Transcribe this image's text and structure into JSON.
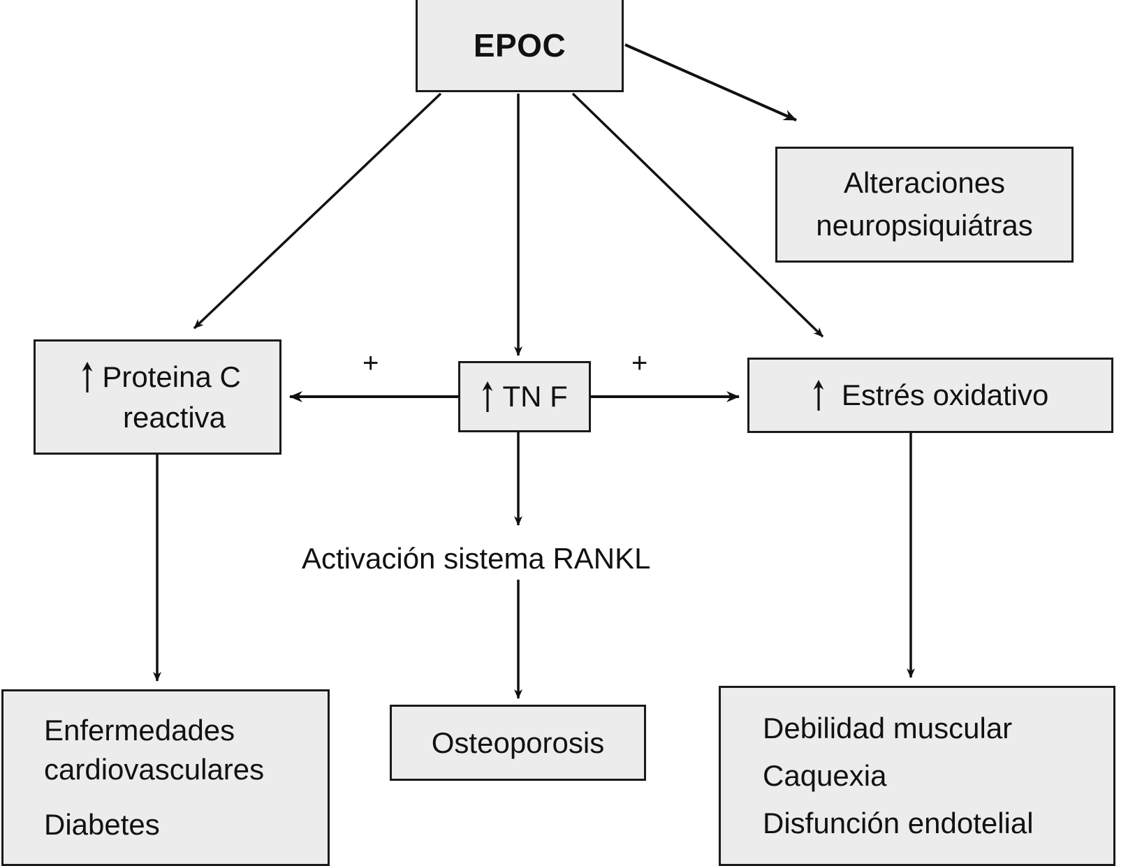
{
  "diagram": {
    "title": "EPOC systemic effects flowchart",
    "language": "es",
    "box_fill": "#ececec",
    "box_stroke": "#1a1a1a",
    "text_color": "#111111",
    "nodes": {
      "epoc": {
        "label": "EPOC"
      },
      "alteraciones": {
        "line1": "Alteraciones",
        "line2": "neuropsiquiátras"
      },
      "proteina_c": {
        "arrow": "↑",
        "line1": "Proteina C",
        "line2": "reactiva"
      },
      "tnf": {
        "arrow": "↑",
        "label": "TN F"
      },
      "estres": {
        "arrow": "↑",
        "label": "Estrés oxidativo"
      },
      "enfermedades": {
        "line1": "Enfermedades",
        "line2": "cardiovasculares",
        "line3": "Diabetes"
      },
      "osteoporosis": {
        "label": "Osteoporosis"
      },
      "debilidad": {
        "line1": "Debilidad muscular",
        "line2": "Caquexia",
        "line3": "Disfunción endotelial"
      }
    },
    "free_text": {
      "rankl": "Activación sistema RANKL"
    },
    "edge_labels": {
      "plus_left": "+",
      "plus_right": "+"
    }
  }
}
